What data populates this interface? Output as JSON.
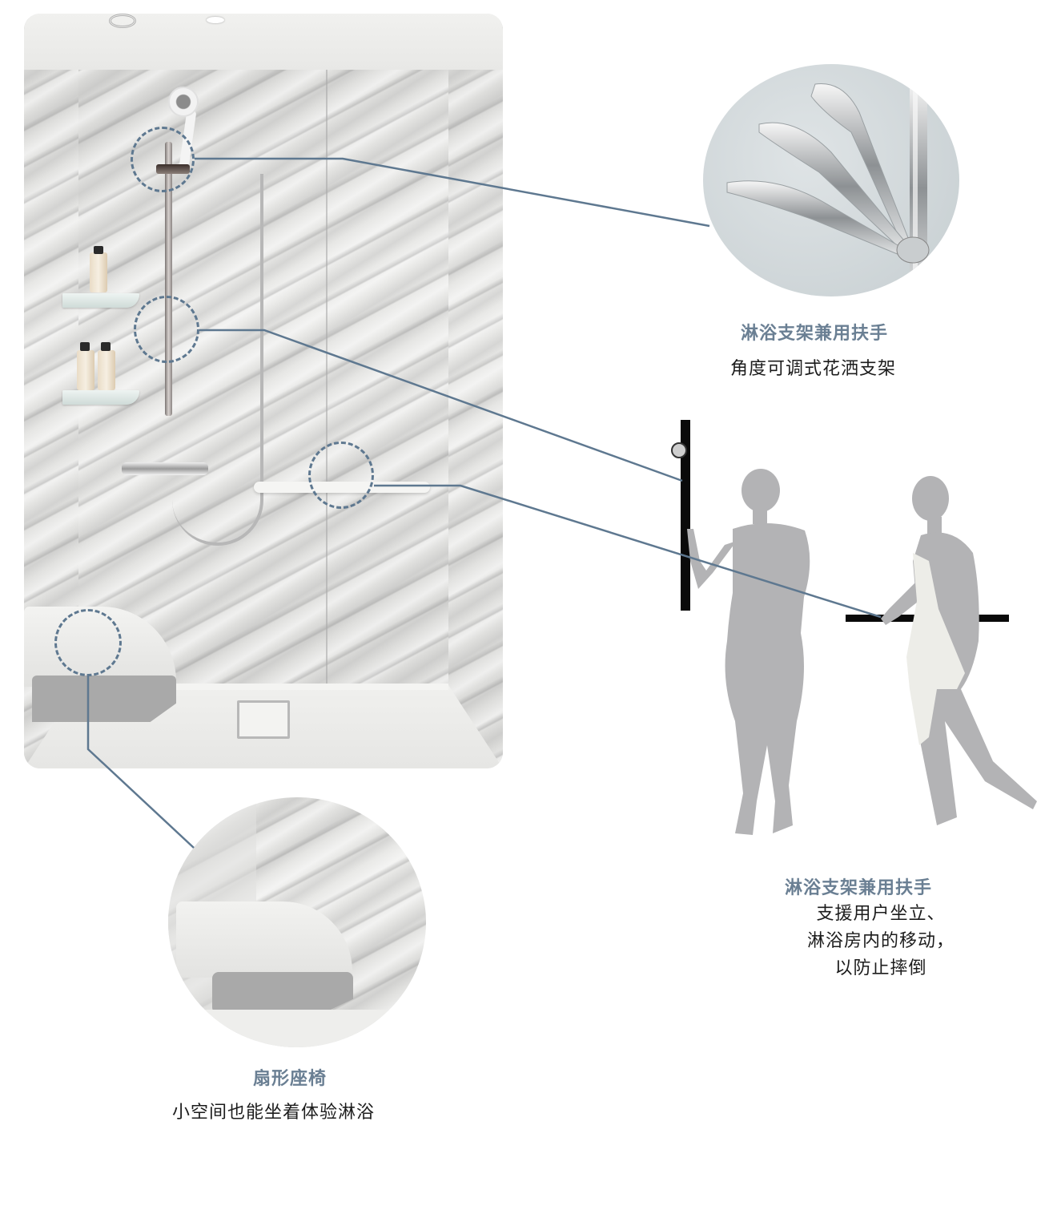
{
  "colors": {
    "leader_line": "#5e7890",
    "title_text": "#6a7f93",
    "body_text": "#1c1c1c",
    "silhouette": "#b3b3b5",
    "bar_black": "#0a0a0a",
    "background": "#ffffff"
  },
  "main_photo": {
    "subject": "shower-room-interior",
    "elements": [
      "ceiling-vent",
      "ceiling-light",
      "shower-head",
      "slide-rail",
      "hose",
      "thermostatic-mixer",
      "grab-bar",
      "corner-shelves",
      "bottles",
      "fan-shaped-seat",
      "floor-drain"
    ]
  },
  "callouts": [
    {
      "id": "shower-rail",
      "title": "淋浴支架兼用扶手",
      "description": "角度可调式花洒支架",
      "detail_image": "adjustable-shower-head-angles"
    },
    {
      "id": "handrail",
      "title": "淋浴支架兼用扶手",
      "description_lines": [
        "支援用户坐立、",
        "淋浴房内的移动，",
        "以防止摔倒"
      ],
      "detail_image": "two-figures-using-rail-and-bar"
    },
    {
      "id": "seat",
      "title": "扇形座椅",
      "description": "小空间也能坐着体验淋浴",
      "detail_image": "fan-shaped-seat-closeup"
    }
  ]
}
